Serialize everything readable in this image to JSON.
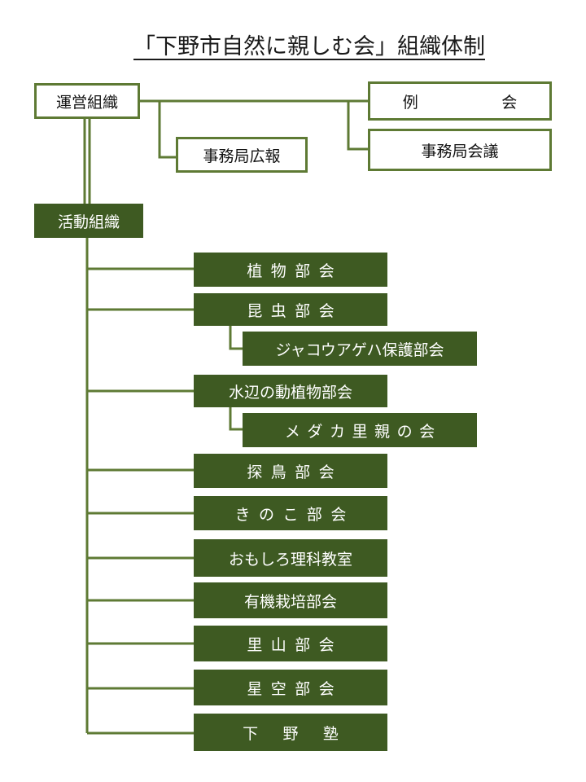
{
  "title": "「下野市自然に親しむ会」組織体制",
  "management": {
    "root": "運営組織",
    "regular_meeting": "例　会",
    "office_meeting": "事務局会議",
    "office_pr": "事務局広報"
  },
  "activities": {
    "root": "活動組織",
    "plants": "植物部会",
    "insects": "昆虫部会",
    "butterfly": "ジャコウアゲハ保護部会",
    "waterside": "水辺の動植物部会",
    "medaka": "メダカ里親の会",
    "birds": "探鳥部会",
    "mushrooms": "きのこ部会",
    "science": "おもしろ理科教室",
    "organic": "有機栽培部会",
    "satoyama": "里山部会",
    "stars": "星空部会",
    "juku": "下野塾"
  },
  "colors": {
    "dark_green": "#3e5a22",
    "line_green": "#5e7a34"
  }
}
